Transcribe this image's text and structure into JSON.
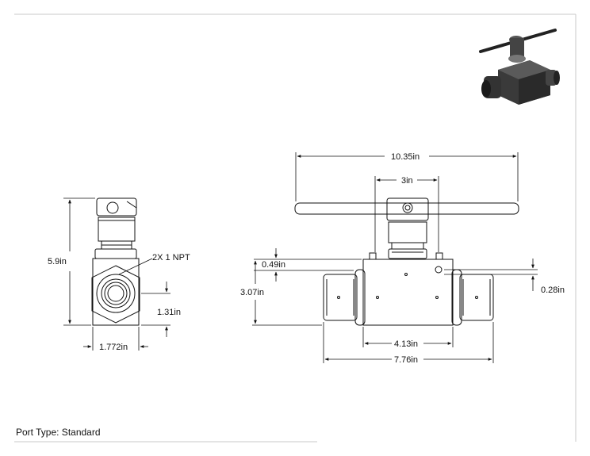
{
  "dimensions": {
    "overall_length": "10.35in",
    "handle_span": "3in",
    "top_offset": "0.49in",
    "body_height": "3.07in",
    "side_offset": "0.28in",
    "body_width": "4.13in",
    "port_to_port": "7.76in",
    "total_height": "5.9in",
    "port_label": "2X 1 NPT",
    "port_center": "1.31in",
    "side_width": "1.772in"
  },
  "caption": "Port Type: Standard",
  "colors": {
    "line": "#111111",
    "border": "#c8c8c8",
    "valve_dark": "#3a3a3a",
    "valve_mid": "#5a5a5a"
  }
}
